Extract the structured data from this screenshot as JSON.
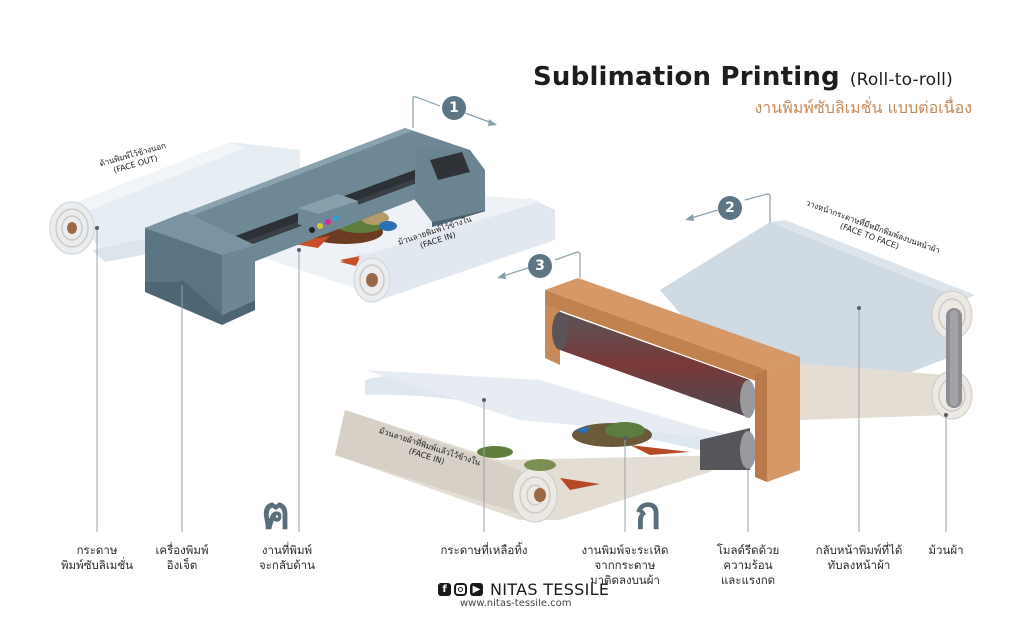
{
  "header": {
    "title": "Sublimation Printing",
    "title_suffix": "(Roll-to-roll)",
    "subtitle_thai": "งานพิมพ์ซับลิเมชั่น แบบต่อเนื่อง"
  },
  "colors": {
    "subtitle": "#c48a5c",
    "printer_body": "#5e7683",
    "heat_press_frame": "#c98a5a",
    "step_badge": "#5e7683",
    "paper": "#dfe7ef",
    "fabric": "#dcd6ce"
  },
  "steps": [
    {
      "number": "1"
    },
    {
      "number": "2"
    },
    {
      "number": "3"
    }
  ],
  "roll_texts": {
    "face_out_thai": "ด้านพิมพ์ไว้ข้างนอก",
    "face_out": "(FACE OUT)",
    "face_in_paper_thai": "ม้วนลายพิมพ์ไว้ข้างใน",
    "face_in_paper": "(FACE IN)",
    "face_to_face_thai": "วางหน้ากระดาษที่มีหมึกพิมพ์ลงบนหน้าผ้า",
    "face_to_face": "(FACE TO FACE)",
    "face_in_fabric_thai": "ม้วนลายผ้าที่พิมพ์แล้วไว้ข้างใน",
    "face_in_fabric": "(FACE IN)"
  },
  "glyphs": {
    "left": "ฅ",
    "middle": "ก"
  },
  "labels": [
    {
      "line1": "กระดาษ",
      "line2": "พิมพ์ซับลิเมชั่น",
      "line3": ""
    },
    {
      "line1": "เครื่องพิมพ์",
      "line2": "อิงเจ็ต",
      "line3": ""
    },
    {
      "line1": "งานที่พิมพ์",
      "line2": "จะกลับด้าน",
      "line3": ""
    },
    {
      "line1": "กระดาษที่เหลือทิ้ง",
      "line2": "",
      "line3": ""
    },
    {
      "line1": "งานพิมพ์จะระเหิด",
      "line2": "จากกระดาษ",
      "line3": "มาติดลงบนผ้า"
    },
    {
      "line1": "โมลด์รีดด้วย",
      "line2": "ความร้อน",
      "line3": "และแรงกด"
    },
    {
      "line1": "กลับหน้าพิมพ์ที่ได้",
      "line2": "ทับลงหน้าผ้า",
      "line3": ""
    },
    {
      "line1": "ม้วนผ้า",
      "line2": "",
      "line3": ""
    }
  ],
  "footer": {
    "social_icons": [
      "facebook-icon",
      "instagram-icon",
      "youtube-icon"
    ],
    "brand": "NITAS TESSILE",
    "url": "www.nitas-tessile.com"
  }
}
